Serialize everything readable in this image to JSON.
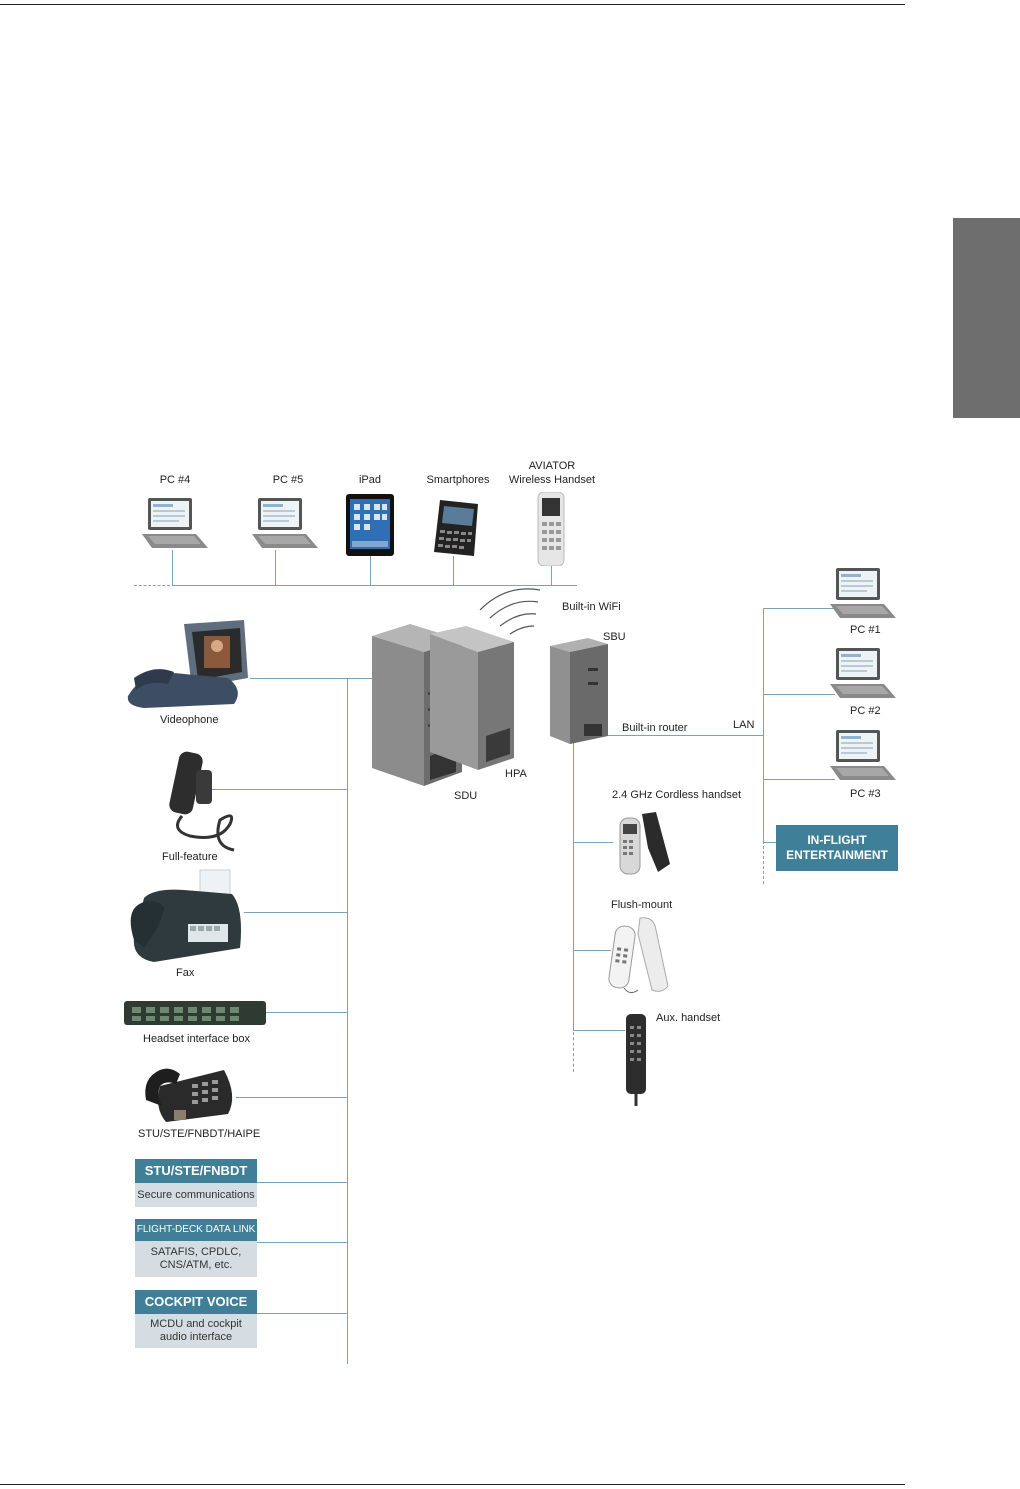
{
  "devices": {
    "pc4": "PC #4",
    "pc5": "PC #5",
    "ipad": "iPad",
    "smartphones": "Smartphores",
    "aviator_line1": "AVIATOR",
    "aviator_line2": "Wireless Handset",
    "wifi": "Built-in WiFi",
    "sbu": "SBU",
    "sdu": "SDU",
    "hpa": "HPA",
    "router": "Built-in router",
    "lan": "LAN",
    "pc1": "PC #1",
    "pc2": "PC #2",
    "pc3": "PC #3",
    "videophone": "Videophone",
    "full_feature": "Full-feature",
    "cordless": "2.4 GHz Cordless handset",
    "flush_mount": "Flush-mount",
    "aux_handset": "Aux. handset",
    "fax": "Fax",
    "headset_box": "Headset interface box",
    "stu_device": "STU/STE/FNBDT/HAIPE"
  },
  "ife": {
    "line1": "IN-FLIGHT",
    "line2": "ENTERTAINMENT"
  },
  "boxes": {
    "secure": {
      "title": "STU/STE/FNBDT",
      "body": "Secure communications"
    },
    "datalink": {
      "title": "FLIGHT-DECK DATA LINK",
      "body1": "SATAFIS, CPDLC,",
      "body2": "CNS/ATM, etc."
    },
    "cockpit": {
      "title": "COCKPIT VOICE",
      "body1": "MCDU and cockpit",
      "body2": "audio interface"
    }
  }
}
